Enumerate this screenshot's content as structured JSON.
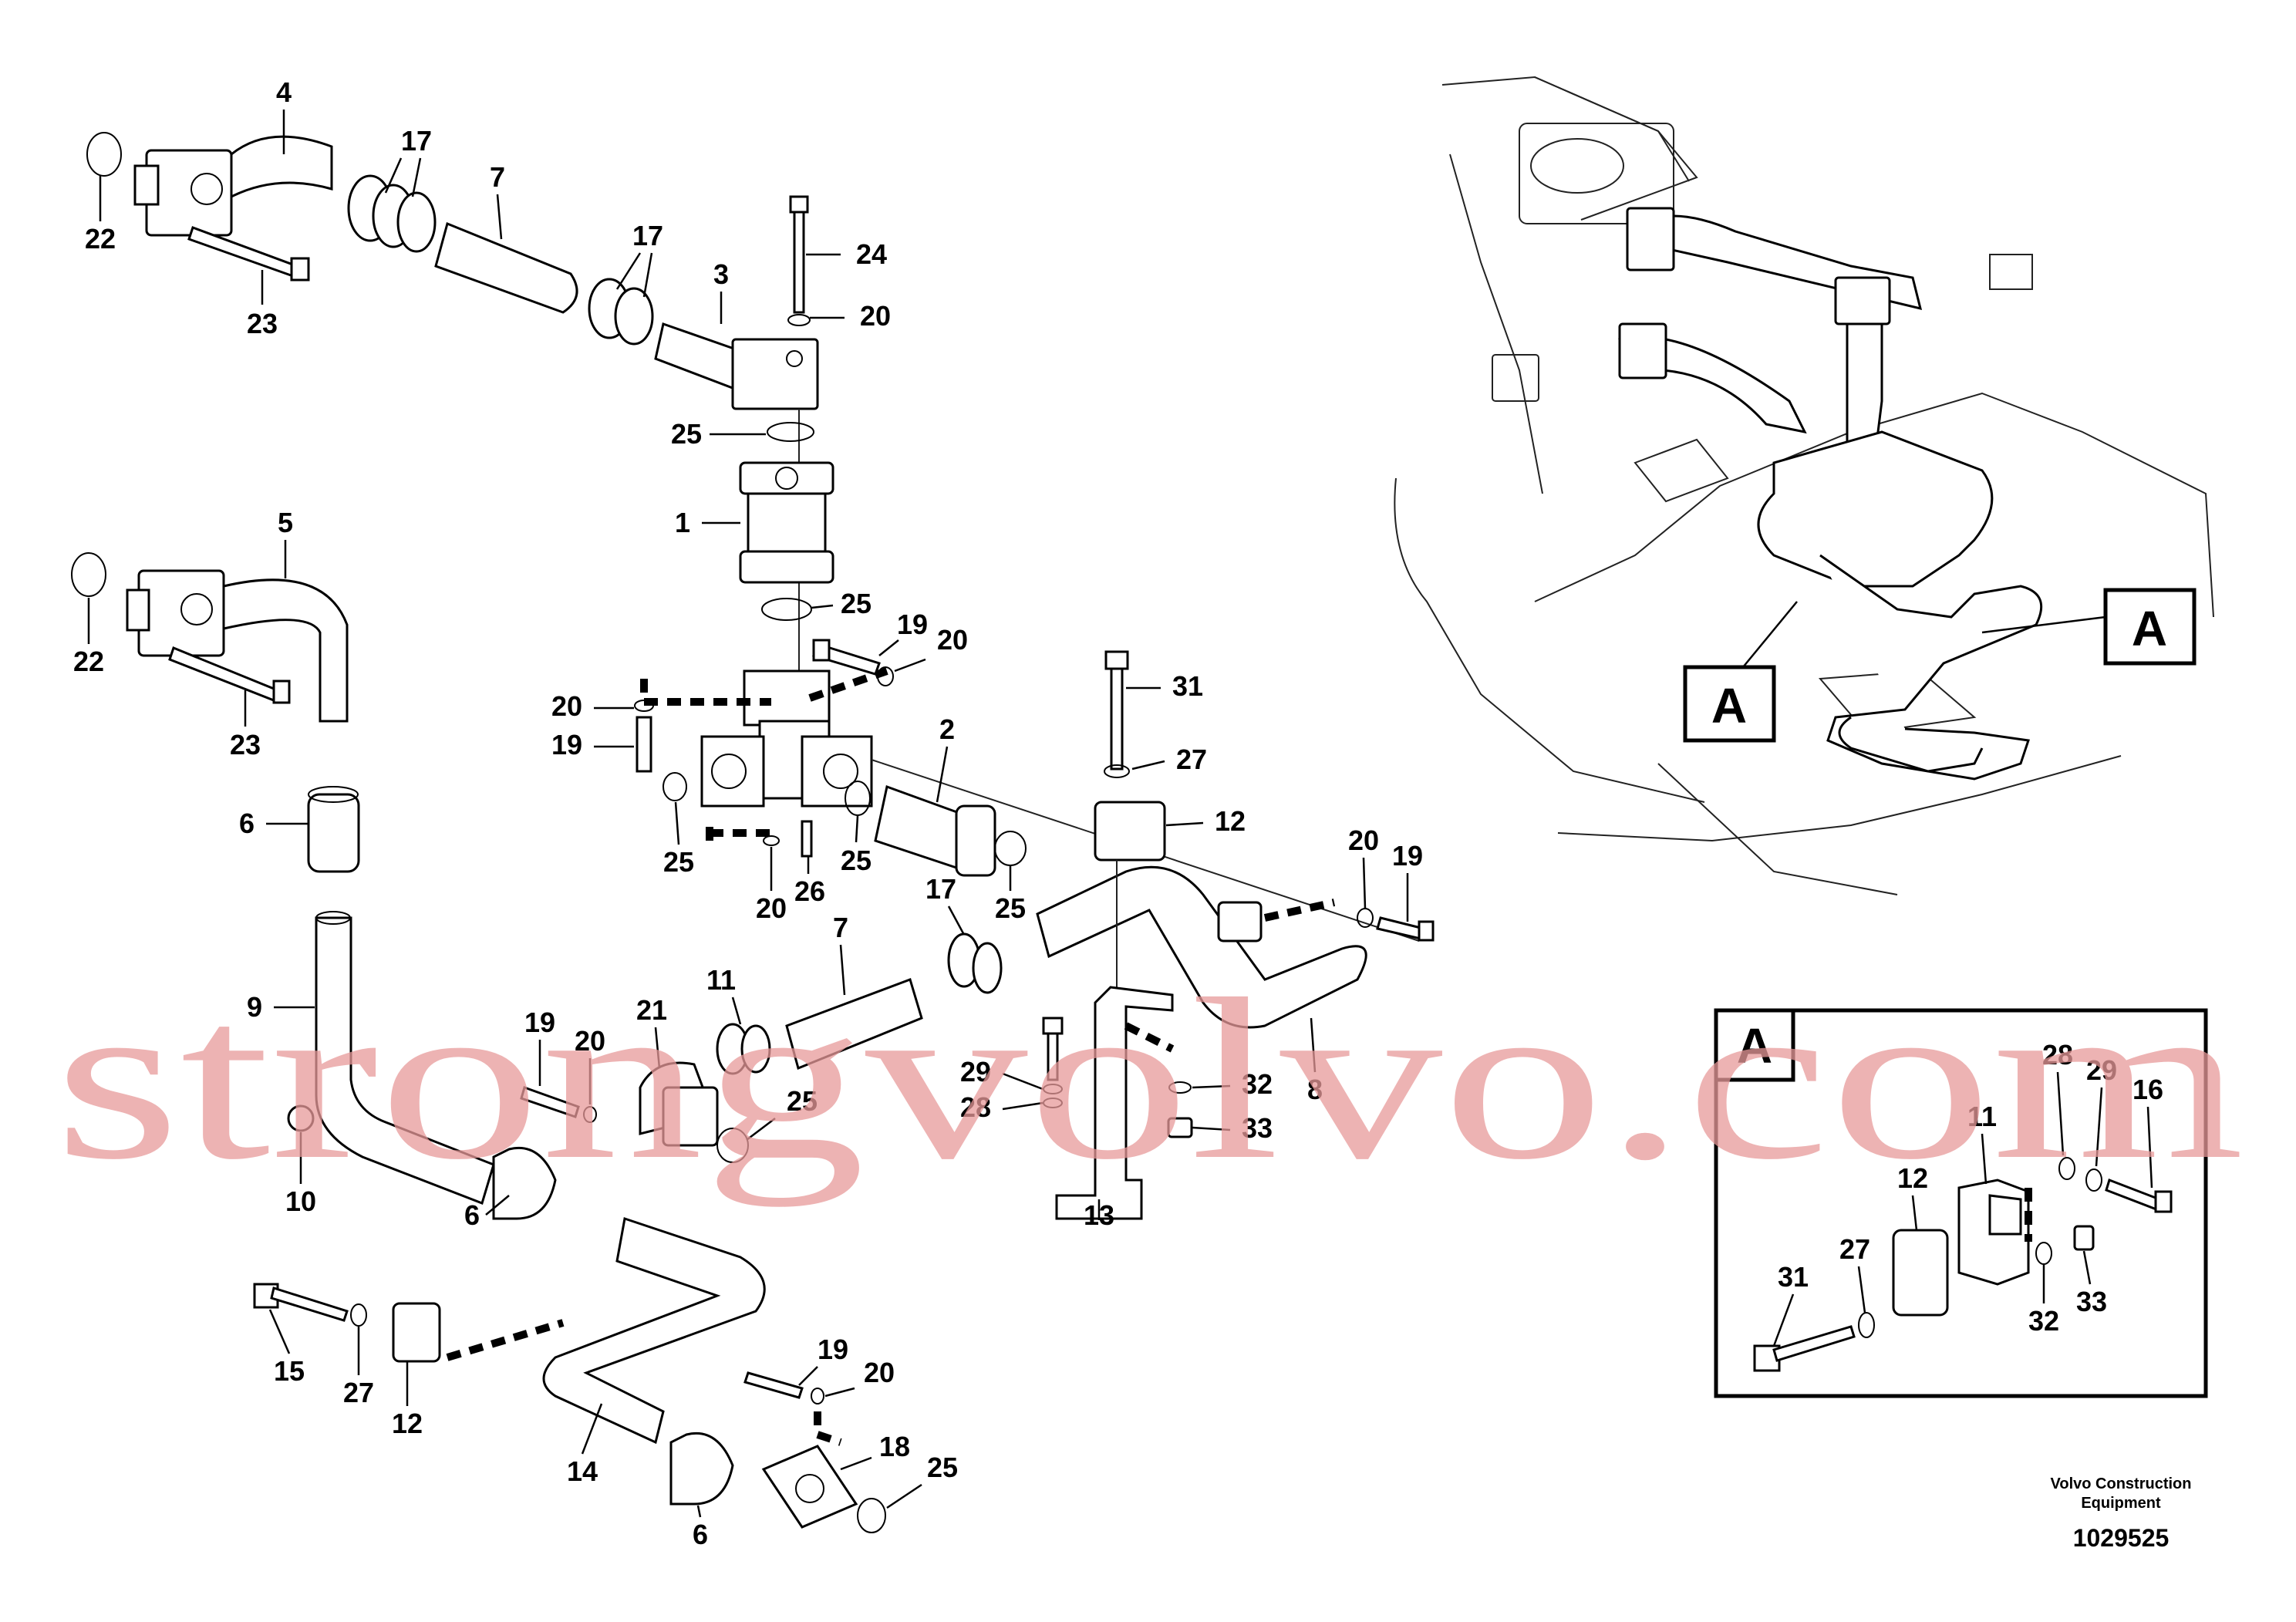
{
  "callouts": [
    {
      "id": "c-4",
      "label": "4"
    },
    {
      "id": "c-17a",
      "label": "17"
    },
    {
      "id": "c-7a",
      "label": "7"
    },
    {
      "id": "c-22a",
      "label": "22"
    },
    {
      "id": "c-23a",
      "label": "23"
    },
    {
      "id": "c-17b",
      "label": "17"
    },
    {
      "id": "c-3",
      "label": "3"
    },
    {
      "id": "c-24",
      "label": "24"
    },
    {
      "id": "c-20a",
      "label": "20"
    },
    {
      "id": "c-25a",
      "label": "25"
    },
    {
      "id": "c-1",
      "label": "1"
    },
    {
      "id": "c-25b",
      "label": "25"
    },
    {
      "id": "c-5",
      "label": "5"
    },
    {
      "id": "c-22b",
      "label": "22"
    },
    {
      "id": "c-23b",
      "label": "23"
    },
    {
      "id": "c-19a",
      "label": "19"
    },
    {
      "id": "c-20b",
      "label": "20"
    },
    {
      "id": "c-20c",
      "label": "20"
    },
    {
      "id": "c-19b",
      "label": "19"
    },
    {
      "id": "c-2",
      "label": "2"
    },
    {
      "id": "c-31a",
      "label": "31"
    },
    {
      "id": "c-27a",
      "label": "27"
    },
    {
      "id": "c-12a",
      "label": "12"
    },
    {
      "id": "c-6a",
      "label": "6"
    },
    {
      "id": "c-25c",
      "label": "25"
    },
    {
      "id": "c-20d",
      "label": "20"
    },
    {
      "id": "c-26",
      "label": "26"
    },
    {
      "id": "c-25d",
      "label": "25"
    },
    {
      "id": "c-25e",
      "label": "25"
    },
    {
      "id": "c-17c",
      "label": "17"
    },
    {
      "id": "c-20e",
      "label": "20"
    },
    {
      "id": "c-19c",
      "label": "19"
    },
    {
      "id": "c-7b",
      "label": "7"
    },
    {
      "id": "c-9",
      "label": "9"
    },
    {
      "id": "c-11a",
      "label": "11"
    },
    {
      "id": "c-21",
      "label": "21"
    },
    {
      "id": "c-19d",
      "label": "19"
    },
    {
      "id": "c-20f",
      "label": "20"
    },
    {
      "id": "c-25f",
      "label": "25"
    },
    {
      "id": "c-29a",
      "label": "29"
    },
    {
      "id": "c-28a",
      "label": "28"
    },
    {
      "id": "c-32a",
      "label": "32"
    },
    {
      "id": "c-33a",
      "label": "33"
    },
    {
      "id": "c-8",
      "label": "8"
    },
    {
      "id": "c-10",
      "label": "10"
    },
    {
      "id": "c-6b",
      "label": "6"
    },
    {
      "id": "c-13",
      "label": "13"
    },
    {
      "id": "c-15",
      "label": "15"
    },
    {
      "id": "c-27b",
      "label": "27"
    },
    {
      "id": "c-12b",
      "label": "12"
    },
    {
      "id": "c-19e",
      "label": "19"
    },
    {
      "id": "c-20g",
      "label": "20"
    },
    {
      "id": "c-14",
      "label": "14"
    },
    {
      "id": "c-18",
      "label": "18"
    },
    {
      "id": "c-25g",
      "label": "25"
    },
    {
      "id": "c-6c",
      "label": "6"
    },
    {
      "id": "d-28",
      "label": "28"
    },
    {
      "id": "d-29",
      "label": "29"
    },
    {
      "id": "d-16",
      "label": "16"
    },
    {
      "id": "d-11",
      "label": "11"
    },
    {
      "id": "d-12",
      "label": "12"
    },
    {
      "id": "d-27",
      "label": "27"
    },
    {
      "id": "d-31",
      "label": "31"
    },
    {
      "id": "d-32",
      "label": "32"
    },
    {
      "id": "d-33",
      "label": "33"
    }
  ],
  "view_refs": {
    "overview_ref_1": "A",
    "overview_ref_2": "A",
    "detail_title": "A"
  },
  "footer": {
    "company_line1": "Volvo Construction",
    "company_line2": "Equipment",
    "document_number": "1029525"
  },
  "watermark": "strongvolvo.com",
  "colors": {
    "watermark": "#e89a9a",
    "line": "#000000",
    "background": "#ffffff"
  }
}
